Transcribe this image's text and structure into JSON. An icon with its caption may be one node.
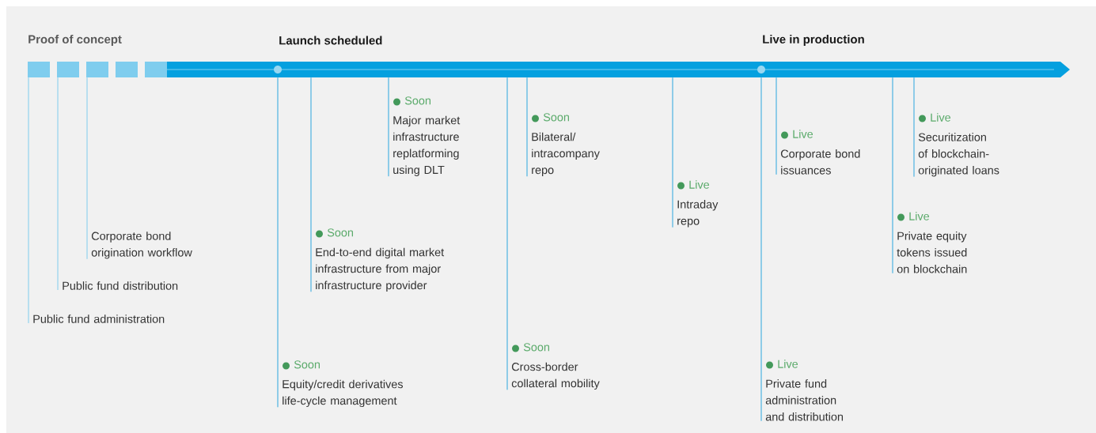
{
  "diagram": {
    "nodes": [
      {
        "text": [],
        "shape": "bar"
      },
      {
        "text": [
          "Public fund administration"
        ]
      },
      {
        "text": [
          "Public fund distribution"
        ]
      },
      {
        "text": [
          "Corporate bond origination workflow"
        ]
      },
      {
        "text": [
          "Soon",
          "Equity/credit derivatives life-cycle management"
        ]
      },
      {
        "text": [
          "Soon",
          "End-to-end digital market infrastructure from major infrastructure provider"
        ]
      },
      {
        "text": [
          "Soon",
          "Major market infrastructure replatforming using DLT"
        ]
      },
      {
        "text": [
          "Soon",
          "Cross-border collateral mobility"
        ]
      },
      {
        "text": [
          "Soon",
          "Bilateral/ intracompany repo"
        ]
      },
      {
        "text": [
          "Live",
          "Intraday repo"
        ]
      },
      {
        "text": [
          "Live",
          "Private fund administration and distribution"
        ]
      },
      {
        "text": [
          "Live",
          "Corporate bond issuances"
        ]
      },
      {
        "text": [
          "Live",
          "Private equity tokens issued on blockchain"
        ]
      },
      {
        "text": [
          "Live",
          "Securitization of blockchain-originated loans"
        ]
      }
    ],
    "edges": [
      {
        "from": 1,
        "to": 0,
        "arrow": "none",
        "color": "#7fcdee"
      },
      {
        "from": 2,
        "to": 0,
        "arrow": "none",
        "color": "#7fcdee"
      },
      {
        "from": 3,
        "to": 0,
        "arrow": "none",
        "color": "#7fcdee"
      },
      {
        "from": 4,
        "to": 0,
        "arrow": "none"
      },
      {
        "from": 5,
        "to": 0,
        "arrow": "none"
      },
      {
        "from": 6,
        "to": 0,
        "arrow": "none"
      },
      {
        "from": 7,
        "to": 0,
        "arrow": "none"
      },
      {
        "from": 8,
        "to": 0,
        "arrow": "none"
      },
      {
        "from": 9,
        "to": 0,
        "arrow": "none"
      },
      {
        "from": 10,
        "to": 0,
        "arrow": "none"
      },
      {
        "from": 11,
        "to": 0,
        "arrow": "none"
      },
      {
        "from": 12,
        "to": 0,
        "arrow": "none"
      },
      {
        "from": 13,
        "to": 0,
        "arrow": "none"
      }
    ],
    "labels": [
      "Proof of concept",
      "Launch scheduled",
      "Live in production"
    ]
  }
}
